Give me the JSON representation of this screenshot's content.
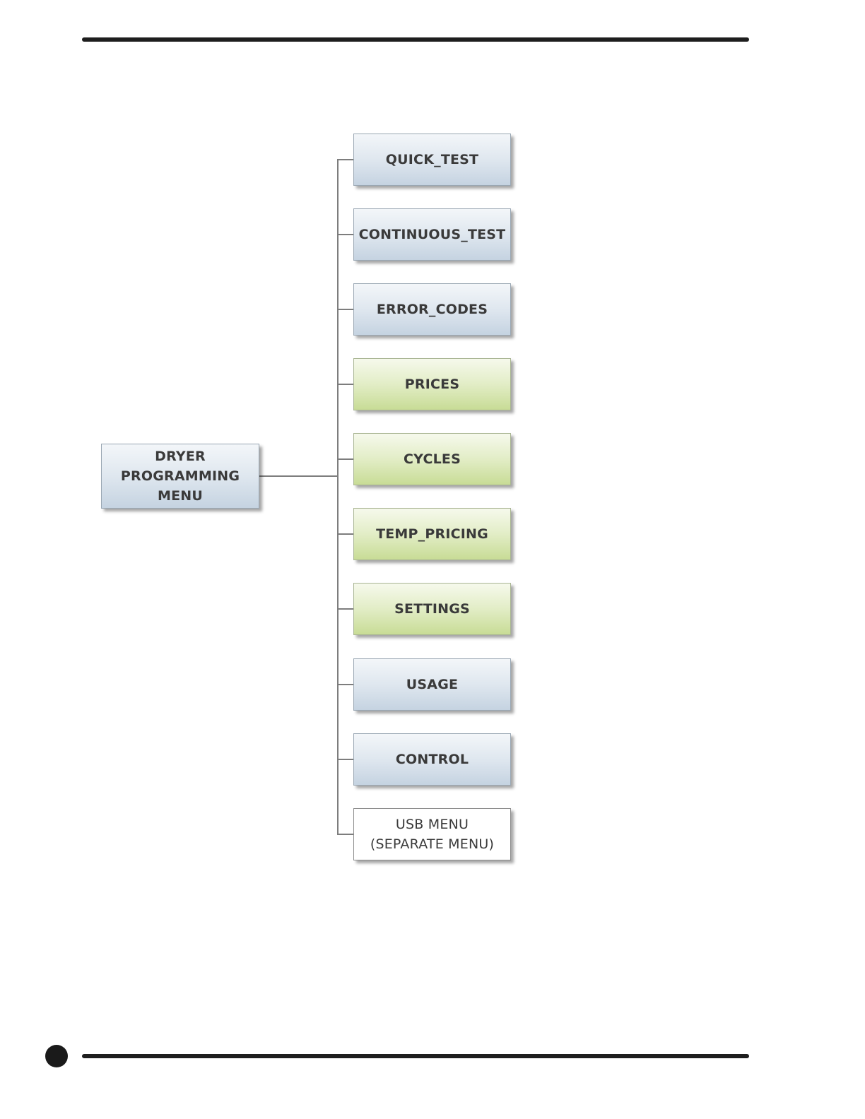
{
  "diagram": {
    "root": {
      "label": "DRYER\nPROGRAMMING\nMENU",
      "color": "blue"
    },
    "children": [
      {
        "label": "QUICK_TEST",
        "color": "blue"
      },
      {
        "label": "CONTINUOUS_TEST",
        "color": "blue"
      },
      {
        "label": "ERROR_CODES",
        "color": "blue"
      },
      {
        "label": "PRICES",
        "color": "green"
      },
      {
        "label": "CYCLES",
        "color": "green"
      },
      {
        "label": "TEMP_PRICING",
        "color": "green"
      },
      {
        "label": "SETTINGS",
        "color": "green"
      },
      {
        "label": "USAGE",
        "color": "blue"
      },
      {
        "label": "CONTROL",
        "color": "blue"
      },
      {
        "label": "USB MENU\n(SEPARATE MENU)",
        "color": "white"
      }
    ]
  },
  "colors": {
    "blue": "#dfe7ef",
    "green": "#e2edc6",
    "white": "#ffffff",
    "connector": "#7d7d7d"
  }
}
